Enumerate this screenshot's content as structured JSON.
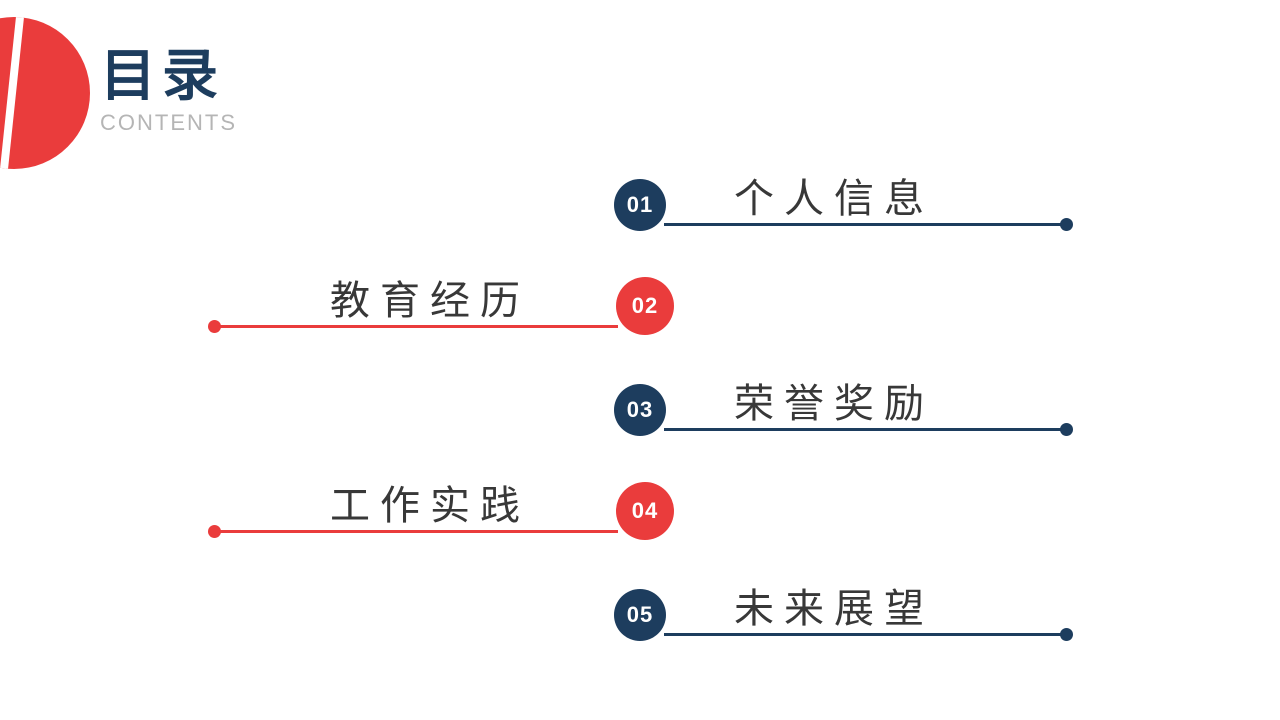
{
  "header": {
    "title": "目录",
    "subtitle": "CONTENTS"
  },
  "colors": {
    "navy": "#1d3d5e",
    "red": "#ea3c3c",
    "text": "#383838",
    "subtitle_gray": "#b5b5b5",
    "background": "#ffffff"
  },
  "items": [
    {
      "number": "01",
      "label": "个人信息",
      "side": "right",
      "accent": "navy"
    },
    {
      "number": "02",
      "label": "教育经历",
      "side": "left",
      "accent": "red"
    },
    {
      "number": "03",
      "label": "荣誉奖励",
      "side": "right",
      "accent": "navy"
    },
    {
      "number": "04",
      "label": "工作实践",
      "side": "left",
      "accent": "red"
    },
    {
      "number": "05",
      "label": "未来展望",
      "side": "right",
      "accent": "navy"
    }
  ]
}
